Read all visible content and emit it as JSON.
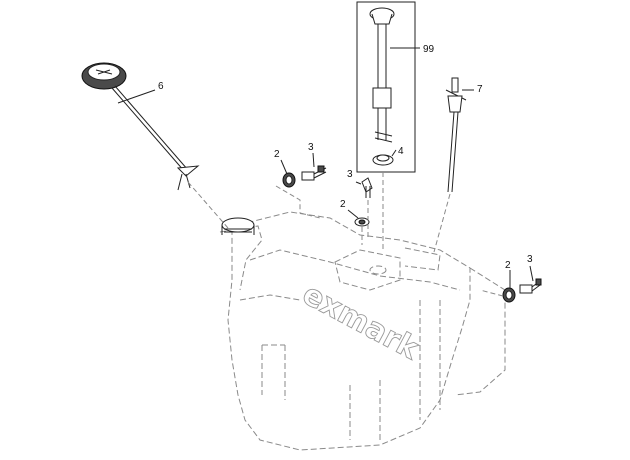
{
  "callouts": {
    "c6": "6",
    "c99": "99",
    "c7": "7",
    "c4": "4",
    "c2a": "2",
    "c3a": "3",
    "c3b": "3",
    "c2b": "2",
    "c2c": "2",
    "c3c": "3"
  },
  "logo": "exmark",
  "colors": {
    "line": "#222222",
    "phantom": "#8a8a8a",
    "background": "#ffffff"
  }
}
